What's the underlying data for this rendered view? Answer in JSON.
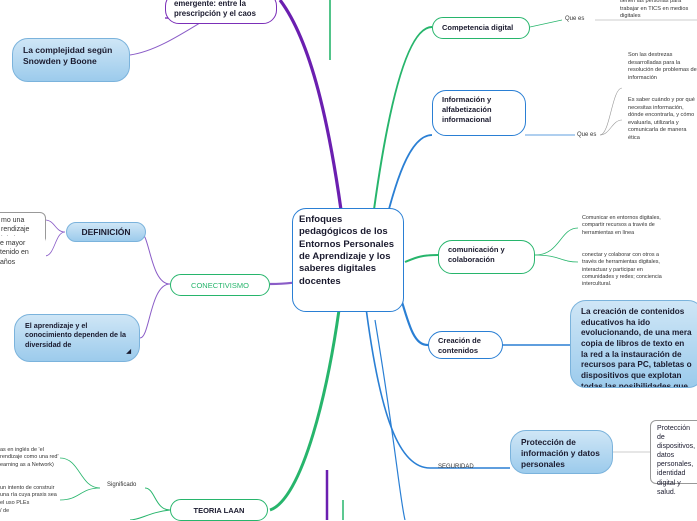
{
  "center": {
    "title": "Enfoques pedagógicos de los Entornos Personales de Aprendizaje y los saberes digitales docentes"
  },
  "right": {
    "competencia": {
      "label": "Competencia digital",
      "connector": "Que es",
      "detail": "tienen las personas para trabajar en TICS en medios digitales"
    },
    "informacion": {
      "label": "Información y alfabetización informacional",
      "connector": "Que es",
      "detail_1": "Son las destrezas desarrolladas para la resolución de problemas de información",
      "detail_2": "Es saber cuándo y por qué necesitas información, dónde encontrarla, y cómo evaluarla, utilizarla y comunicarla de manera ética"
    },
    "comunicacion": {
      "label": "comunicación y colaboración",
      "detail_1": "Comunicar en entornos digitales, compartir recursos a través de herramientas en línea",
      "detail_2": "conectar y colaborar con otros a través de herramientas digitales, interactuar y participar en comunidades y redes; conciencia intercultural."
    },
    "creacion": {
      "label": "Creación de contenidos",
      "detail": "La creación de contenidos educativos ha ido evolucionando, de una mera copia de libros de texto en la red a la instauración de recursos para PC, tabletas o dispositivos que explotan todas las posibilidades que ofrece la conectividad actual"
    },
    "seguridad": {
      "connector": "SEGURIDAD",
      "label": "Protección de información y datos personales",
      "detail": "Protección de dispositivos, datos personales, identidad digital y salud."
    }
  },
  "left": {
    "top_fragment": "emergente: entre la prescripción y el caos",
    "complejidad": "La complejidad según Snowden y Boone",
    "definicion": {
      "label": "DEFINICIÓN",
      "item_1": "mo una rendizaje igital",
      "item_2": "e mayor tenido en años"
    },
    "conectivismo": "CONECTIVISMO",
    "aprendizaje": "El aprendizaje y el conocimiento dependen de la diversidad de",
    "teoria": {
      "label": "TEORIA LAAN",
      "connector": "Significado",
      "item_1": "as en inglés de 'el rendizaje como una red' earning as a Network)",
      "item_2": "un intento de construir una ría cuya praxis sea el uso PLEs",
      "item_3": "/ de"
    }
  }
}
